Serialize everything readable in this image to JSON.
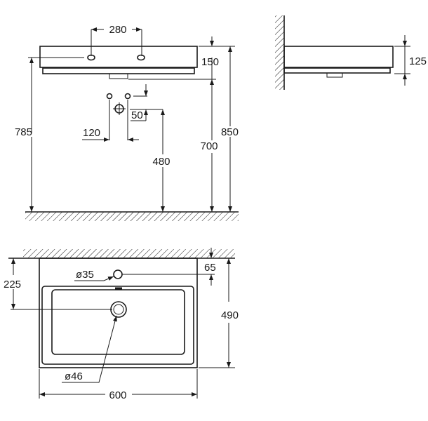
{
  "front_view": {
    "hole_spacing": "280",
    "basin_height": "150",
    "total_height": "850",
    "mount_height": "785",
    "drain_height": "700",
    "outlet_height": "480",
    "valve_spacing": "120",
    "valve_offset": "50"
  },
  "side_view": {
    "depth": "125"
  },
  "top_view": {
    "overflow_diameter": "ø35",
    "overflow_offset": "65",
    "drain_offset": "225",
    "depth": "490",
    "drain_diameter": "ø46",
    "width": "600"
  },
  "colors": {
    "line": "#1a1a1a",
    "background": "#ffffff"
  }
}
